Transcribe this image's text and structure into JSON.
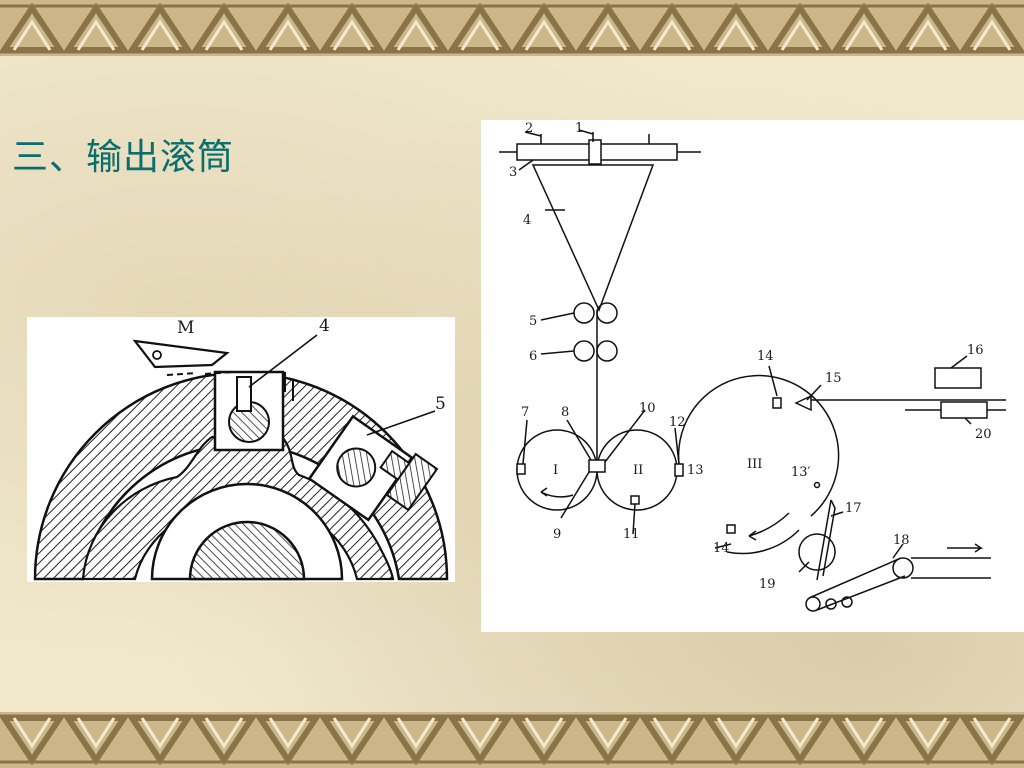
{
  "slide": {
    "title": "三、输出滚筒"
  },
  "left_figure": {
    "labels": {
      "m": "M",
      "n4": "4",
      "n5": "5"
    }
  },
  "right_figure": {
    "labels": {
      "n1": "1",
      "n2": "2",
      "n3": "3",
      "n4": "4",
      "n5": "5",
      "n6": "6",
      "n7": "7",
      "n8": "8",
      "n9": "9",
      "n10": "10",
      "n11": "11",
      "n12": "12",
      "n13": "13",
      "n13p": "13′",
      "n14a": "14",
      "n14b": "14",
      "n15": "15",
      "n16": "16",
      "n17": "17",
      "n18": "18",
      "n19": "19",
      "n20": "20",
      "roman1": "I",
      "roman2": "II",
      "roman3": "III"
    }
  },
  "colors": {
    "title": "#0a6e6e",
    "background": "#f1e8cc",
    "border_band": "#cbb78a"
  }
}
